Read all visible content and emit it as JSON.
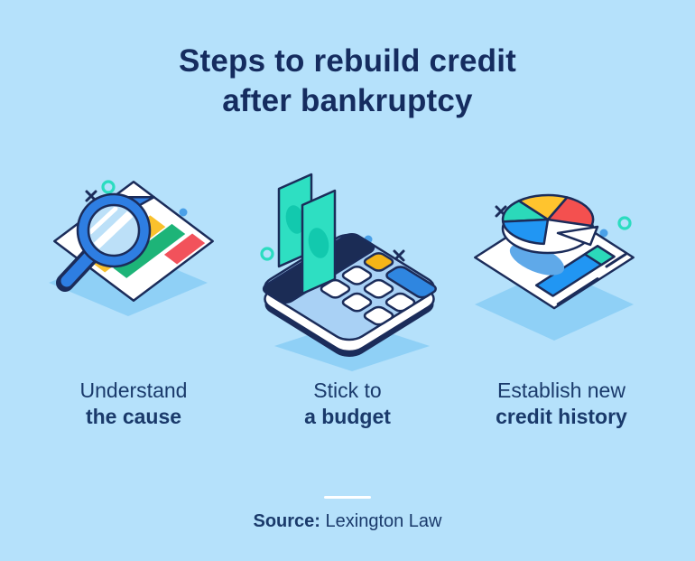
{
  "title": {
    "line1": "Steps to rebuild credit",
    "line2": "after bankruptcy"
  },
  "steps": [
    {
      "caption_line1": "Understand",
      "caption_line2": "the cause",
      "illustration": "magnifying-glass-over-report"
    },
    {
      "caption_line1": "Stick to",
      "caption_line2": "a budget",
      "illustration": "calculator-with-cash"
    },
    {
      "caption_line1": "Establish new",
      "caption_line2": "credit history",
      "illustration": "document-with-pie-chart"
    }
  ],
  "footer": {
    "source_label": "Source:",
    "source_value": "Lexington Law"
  },
  "colors": {
    "background": "#b5e1fb",
    "navy_outline": "#1b2c5a",
    "title_text": "#152c5f",
    "caption_text": "#1a3a6b",
    "shadow_blue": "#8fd0f6",
    "white": "#ffffff",
    "bar_yellow": "#f9c12d",
    "bar_green": "#1db478",
    "bar_red": "#f2525b",
    "money_teal": "#2edfc2",
    "money_teal_dark": "#12c9ae",
    "accent_blue": "#2e7ee2",
    "lens_blue": "#bce0f8",
    "calculator_body": "#a9d1f5",
    "screen_navy": "#1b2c55",
    "button_yellow": "#f5b517",
    "button_blue": "#2f86e0",
    "pie_blue": "#2196f3",
    "pie_teal": "#2bd9ba",
    "pie_yellow": "#ffc42e",
    "pie_red": "#f4504f",
    "pie_shadow": "#5fa9e9",
    "dot_blue": "#4aa0e8",
    "ring_teal": "#2bdcc0"
  }
}
